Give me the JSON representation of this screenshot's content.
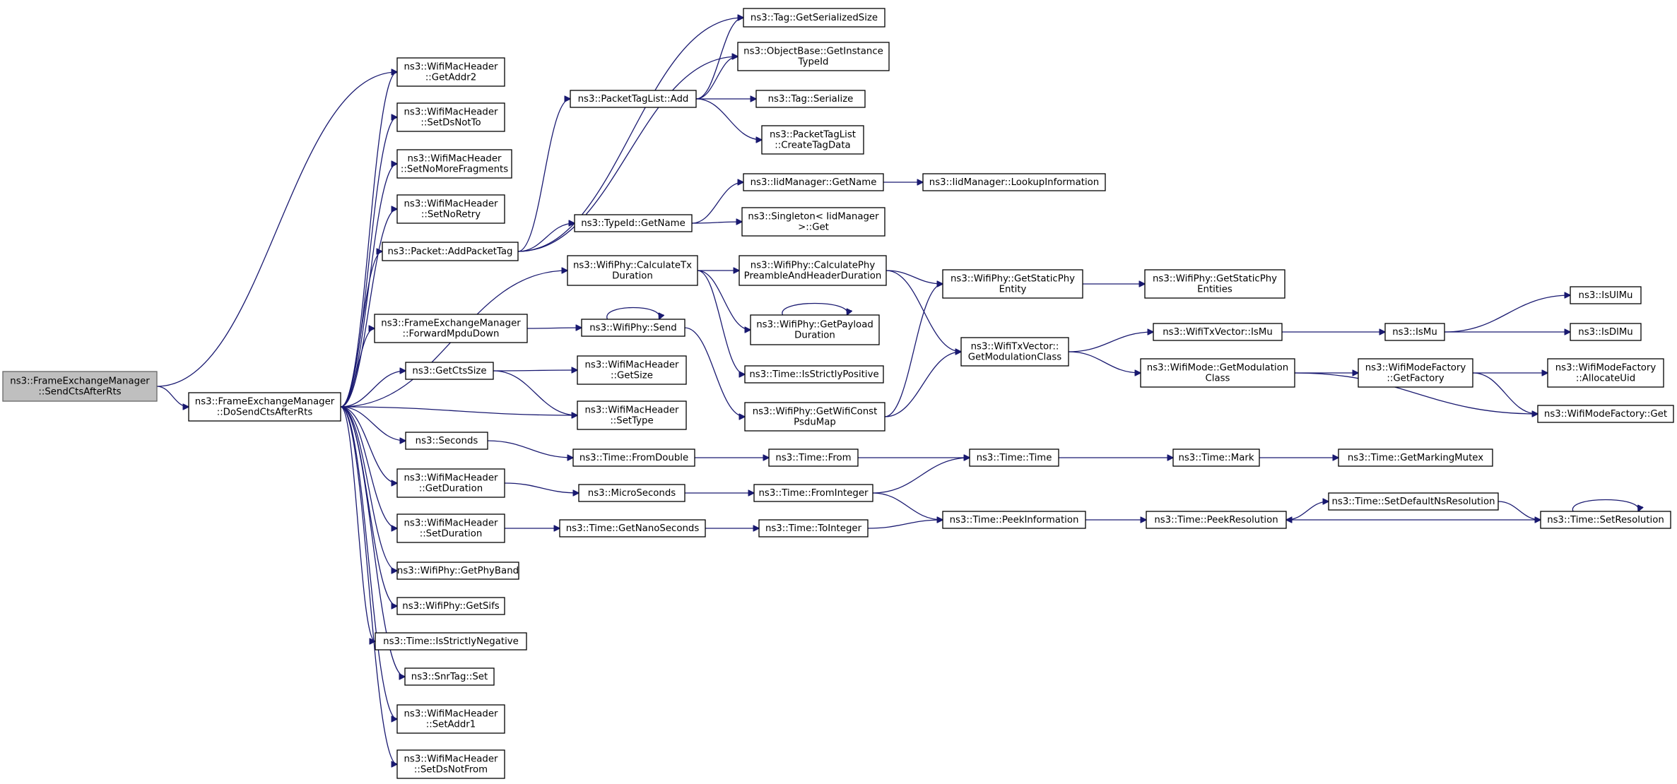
{
  "nodes": [
    {
      "id": "root",
      "lines": [
        "ns3::FrameExchangeManager",
        "::SendCtsAfterRts"
      ],
      "root": true
    },
    {
      "id": "doSend",
      "lines": [
        "ns3::FrameExchangeManager",
        "::DoSendCtsAfterRts"
      ]
    },
    {
      "id": "getAddr2",
      "lines": [
        "ns3::WifiMacHeader",
        "::GetAddr2"
      ]
    },
    {
      "id": "setDsNotTo",
      "lines": [
        "ns3::WifiMacHeader",
        "::SetDsNotTo"
      ]
    },
    {
      "id": "setNoMoreFragments",
      "lines": [
        "ns3::WifiMacHeader",
        "::SetNoMoreFragments"
      ]
    },
    {
      "id": "setNoRetry",
      "lines": [
        "ns3::WifiMacHeader",
        "::SetNoRetry"
      ]
    },
    {
      "id": "addPacketTag",
      "lines": [
        "ns3::Packet::AddPacketTag"
      ]
    },
    {
      "id": "forwardMpduDown",
      "lines": [
        "ns3::FrameExchangeManager",
        "::ForwardMpduDown"
      ]
    },
    {
      "id": "getCtsSize",
      "lines": [
        "ns3::GetCtsSize"
      ]
    },
    {
      "id": "seconds",
      "lines": [
        "ns3::Seconds"
      ]
    },
    {
      "id": "getDuration",
      "lines": [
        "ns3::WifiMacHeader",
        "::GetDuration"
      ]
    },
    {
      "id": "setDuration",
      "lines": [
        "ns3::WifiMacHeader",
        "::SetDuration"
      ]
    },
    {
      "id": "getPhyBand",
      "lines": [
        "ns3::WifiPhy::GetPhyBand"
      ]
    },
    {
      "id": "getSifs",
      "lines": [
        "ns3::WifiPhy::GetSifs"
      ]
    },
    {
      "id": "isStrictlyNegative",
      "lines": [
        "ns3::Time::IsStrictlyNegative"
      ]
    },
    {
      "id": "snrTagSet",
      "lines": [
        "ns3::SnrTag::Set"
      ]
    },
    {
      "id": "setAddr1",
      "lines": [
        "ns3::WifiMacHeader",
        "::SetAddr1"
      ]
    },
    {
      "id": "setDsNotFrom",
      "lines": [
        "ns3::WifiMacHeader",
        "::SetDsNotFrom"
      ]
    },
    {
      "id": "packetTagListAdd",
      "lines": [
        "ns3::PacketTagList::Add"
      ]
    },
    {
      "id": "typeIdGetName",
      "lines": [
        "ns3::TypeId::GetName"
      ]
    },
    {
      "id": "calculateTxDuration",
      "lines": [
        "ns3::WifiPhy::CalculateTx",
        "Duration"
      ]
    },
    {
      "id": "wifiPhySend",
      "lines": [
        "ns3::WifiPhy::Send"
      ]
    },
    {
      "id": "macHeaderGetSize",
      "lines": [
        "ns3::WifiMacHeader",
        "::GetSize"
      ]
    },
    {
      "id": "macHeaderSetType",
      "lines": [
        "ns3::WifiMacHeader",
        "::SetType"
      ]
    },
    {
      "id": "timeFromDouble",
      "lines": [
        "ns3::Time::FromDouble"
      ]
    },
    {
      "id": "microSeconds",
      "lines": [
        "ns3::MicroSeconds"
      ]
    },
    {
      "id": "getNanoSeconds",
      "lines": [
        "ns3::Time::GetNanoSeconds"
      ]
    },
    {
      "id": "tagGetSerializedSize",
      "lines": [
        "ns3::Tag::GetSerializedSize"
      ]
    },
    {
      "id": "getInstanceTypeId",
      "lines": [
        "ns3::ObjectBase::GetInstance",
        "TypeId"
      ]
    },
    {
      "id": "tagSerialize",
      "lines": [
        "ns3::Tag::Serialize"
      ]
    },
    {
      "id": "createTagData",
      "lines": [
        "ns3::PacketTagList",
        "::CreateTagData"
      ]
    },
    {
      "id": "iidGetName",
      "lines": [
        "ns3::IidManager::GetName"
      ]
    },
    {
      "id": "singletonGet",
      "lines": [
        "ns3::Singleton< IidManager",
        " >::Get"
      ]
    },
    {
      "id": "calcPreamble",
      "lines": [
        "ns3::WifiPhy::CalculatePhy",
        "PreambleAndHeaderDuration"
      ]
    },
    {
      "id": "getPayloadDuration",
      "lines": [
        "ns3::WifiPhy::GetPayload",
        "Duration"
      ]
    },
    {
      "id": "isStrictlyPositive",
      "lines": [
        "ns3::Time::IsStrictlyPositive"
      ]
    },
    {
      "id": "getWifiConstPsduMap",
      "lines": [
        "ns3::WifiPhy::GetWifiConst",
        "PsduMap"
      ]
    },
    {
      "id": "timeFrom",
      "lines": [
        "ns3::Time::From"
      ]
    },
    {
      "id": "timeFromInteger",
      "lines": [
        "ns3::Time::FromInteger"
      ]
    },
    {
      "id": "timeToInteger",
      "lines": [
        "ns3::Time::ToInteger"
      ]
    },
    {
      "id": "iidLookup",
      "lines": [
        "ns3::IidManager::LookupInformation"
      ]
    },
    {
      "id": "getStaticPhyEntity",
      "lines": [
        "ns3::WifiPhy::GetStaticPhy",
        "Entity"
      ]
    },
    {
      "id": "getModulationClass",
      "lines": [
        "ns3::WifiTxVector::",
        "GetModulationClass"
      ]
    },
    {
      "id": "timeTime",
      "lines": [
        "ns3::Time::Time"
      ]
    },
    {
      "id": "peekInformation",
      "lines": [
        "ns3::Time::PeekInformation"
      ]
    },
    {
      "id": "getStaticPhyEntities",
      "lines": [
        "ns3::WifiPhy::GetStaticPhy",
        "Entities"
      ]
    },
    {
      "id": "txVectorIsMu",
      "lines": [
        "ns3::WifiTxVector::IsMu"
      ]
    },
    {
      "id": "wifiModeGetModulationClass",
      "lines": [
        "ns3::WifiMode::GetModulation",
        "Class"
      ]
    },
    {
      "id": "timeMark",
      "lines": [
        "ns3::Time::Mark"
      ]
    },
    {
      "id": "peekResolution",
      "lines": [
        "ns3::Time::PeekResolution"
      ]
    },
    {
      "id": "setDefaultNsResolution",
      "lines": [
        "ns3::Time::SetDefaultNsResolution"
      ]
    },
    {
      "id": "isMu",
      "lines": [
        "ns3::IsMu"
      ]
    },
    {
      "id": "modeFactoryGetFactory",
      "lines": [
        "ns3::WifiModeFactory",
        "::GetFactory"
      ]
    },
    {
      "id": "getMarkingMutex",
      "lines": [
        "ns3::Time::GetMarkingMutex"
      ]
    },
    {
      "id": "isUlMu",
      "lines": [
        "ns3::IsUlMu"
      ]
    },
    {
      "id": "isDlMu",
      "lines": [
        "ns3::IsDlMu"
      ]
    },
    {
      "id": "allocateUid",
      "lines": [
        "ns3::WifiModeFactory",
        "::AllocateUid"
      ]
    },
    {
      "id": "modeFactoryGet",
      "lines": [
        "ns3::WifiModeFactory::Get"
      ]
    },
    {
      "id": "setResolution",
      "lines": [
        "ns3::Time::SetResolution"
      ]
    }
  ],
  "edges": [
    [
      "root",
      "doSend"
    ],
    [
      "root",
      "getAddr2"
    ],
    [
      "doSend",
      "getAddr2"
    ],
    [
      "doSend",
      "setDsNotTo"
    ],
    [
      "doSend",
      "setNoMoreFragments"
    ],
    [
      "doSend",
      "setNoRetry"
    ],
    [
      "doSend",
      "addPacketTag"
    ],
    [
      "doSend",
      "calculateTxDuration"
    ],
    [
      "doSend",
      "forwardMpduDown"
    ],
    [
      "doSend",
      "getCtsSize"
    ],
    [
      "doSend",
      "macHeaderSetType"
    ],
    [
      "doSend",
      "seconds"
    ],
    [
      "doSend",
      "getDuration"
    ],
    [
      "doSend",
      "setDuration"
    ],
    [
      "doSend",
      "getPhyBand"
    ],
    [
      "doSend",
      "getSifs"
    ],
    [
      "doSend",
      "isStrictlyNegative"
    ],
    [
      "doSend",
      "snrTagSet"
    ],
    [
      "doSend",
      "setAddr1"
    ],
    [
      "doSend",
      "setDsNotFrom"
    ],
    [
      "addPacketTag",
      "packetTagListAdd"
    ],
    [
      "addPacketTag",
      "tagGetSerializedSize"
    ],
    [
      "addPacketTag",
      "getInstanceTypeId"
    ],
    [
      "addPacketTag",
      "typeIdGetName"
    ],
    [
      "packetTagListAdd",
      "tagGetSerializedSize"
    ],
    [
      "packetTagListAdd",
      "getInstanceTypeId"
    ],
    [
      "packetTagListAdd",
      "tagSerialize"
    ],
    [
      "packetTagListAdd",
      "createTagData"
    ],
    [
      "typeIdGetName",
      "iidGetName"
    ],
    [
      "typeIdGetName",
      "singletonGet"
    ],
    [
      "iidGetName",
      "iidLookup"
    ],
    [
      "calculateTxDuration",
      "calcPreamble"
    ],
    [
      "calculateTxDuration",
      "getPayloadDuration"
    ],
    [
      "calculateTxDuration",
      "isStrictlyPositive"
    ],
    [
      "calcPreamble",
      "getStaticPhyEntity"
    ],
    [
      "calcPreamble",
      "getModulationClass"
    ],
    [
      "getPayloadDuration",
      "getPayloadDuration"
    ],
    [
      "forwardMpduDown",
      "wifiPhySend"
    ],
    [
      "wifiPhySend",
      "wifiPhySend"
    ],
    [
      "wifiPhySend",
      "getWifiConstPsduMap"
    ],
    [
      "getWifiConstPsduMap",
      "getStaticPhyEntity"
    ],
    [
      "getWifiConstPsduMap",
      "getModulationClass"
    ],
    [
      "getStaticPhyEntity",
      "getStaticPhyEntities"
    ],
    [
      "getModulationClass",
      "txVectorIsMu"
    ],
    [
      "getModulationClass",
      "wifiModeGetModulationClass"
    ],
    [
      "txVectorIsMu",
      "isMu"
    ],
    [
      "isMu",
      "isUlMu"
    ],
    [
      "isMu",
      "isDlMu"
    ],
    [
      "wifiModeGetModulationClass",
      "modeFactoryGetFactory"
    ],
    [
      "wifiModeGetModulationClass",
      "modeFactoryGet"
    ],
    [
      "modeFactoryGetFactory",
      "allocateUid"
    ],
    [
      "modeFactoryGetFactory",
      "modeFactoryGet"
    ],
    [
      "getCtsSize",
      "macHeaderGetSize"
    ],
    [
      "getCtsSize",
      "macHeaderSetType"
    ],
    [
      "seconds",
      "timeFromDouble"
    ],
    [
      "timeFromDouble",
      "timeFrom"
    ],
    [
      "timeFrom",
      "timeTime"
    ],
    [
      "timeTime",
      "timeMark"
    ],
    [
      "timeMark",
      "getMarkingMutex"
    ],
    [
      "getDuration",
      "microSeconds"
    ],
    [
      "microSeconds",
      "timeFromInteger"
    ],
    [
      "timeFromInteger",
      "timeTime"
    ],
    [
      "timeFromInteger",
      "peekInformation"
    ],
    [
      "setDuration",
      "getNanoSeconds"
    ],
    [
      "getNanoSeconds",
      "timeToInteger"
    ],
    [
      "timeToInteger",
      "peekInformation"
    ],
    [
      "peekInformation",
      "peekResolution"
    ],
    [
      "peekResolution",
      "setDefaultNsResolution"
    ],
    [
      "setDefaultNsResolution",
      "setResolution"
    ],
    [
      "setResolution",
      "peekResolution"
    ],
    [
      "setResolution",
      "setResolution"
    ]
  ]
}
